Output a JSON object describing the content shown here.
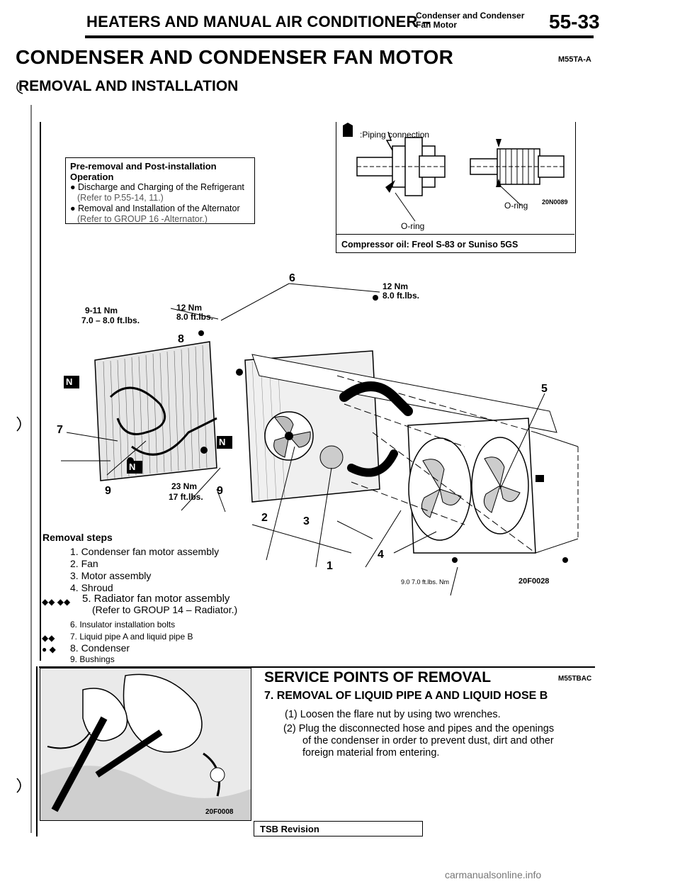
{
  "header": {
    "title": "HEATERS AND MANUAL AIR CONDITIONER –",
    "subtitle_line1": "Condenser and Condenser",
    "subtitle_line2": "Fan Motor",
    "page_number": "55-33"
  },
  "section": {
    "title": "CONDENSER AND CONDENSER FAN MOTOR",
    "code": "M55TA-A",
    "subtitle": "REMOVAL AND INSTALLATION"
  },
  "pre_removal": {
    "title": "Pre-removal and Post-installation Operation",
    "items": [
      {
        "text": "Discharge and Charging of the Refrigerant",
        "ref": "(Refer to P.55-14, 11.)"
      },
      {
        "text": "Removal and Installation of the Alternator",
        "ref": "(Refer to GROUP 16 -Alternator.)"
      }
    ]
  },
  "piping": {
    "label": ":Piping connection",
    "oring_1": "O-ring",
    "oring_2": "O-ring",
    "code": "20N0089",
    "oil_note": "Compressor oil: Freol S-83 or Suniso 5GS"
  },
  "diagram": {
    "torque_1_nm": "9-11 Nm",
    "torque_1_ft": "7.0 – 8.0 ft.lbs.",
    "torque_2_nm": "12 Nm",
    "torque_2_ft": "8.0 ft.lbs.",
    "torque_3_nm": "12 Nm",
    "torque_3_ft": "8.0 ft.lbs.",
    "torque_4_nm": "23 Nm",
    "torque_4_ft": "17 ft.lbs.",
    "torque_5": "9.0 7.0 ft.lbs. Nm",
    "code": "20F0028",
    "callouts": {
      "c1": "1",
      "c2": "2",
      "c3": "3",
      "c4": "4",
      "c5": "5",
      "c6": "6",
      "c7": "7",
      "c8": "8",
      "c9a": "9",
      "c9b": "9"
    },
    "n_mark": "N"
  },
  "removal_steps": {
    "title": "Removal steps",
    "steps": [
      "1. Condenser fan motor assembly",
      "2. Fan",
      "3. Motor assembly",
      "4. Shroud",
      "5. Radiator fan motor assembly",
      "(Refer to GROUP 14 – Radiator.)",
      "6. Insulator installation bolts",
      "7. Liquid pipe A and liquid pipe B",
      "8. Condenser",
      "9. Bushings"
    ],
    "mark_5": "◆◆ ◆◆",
    "mark_7": "◆◆",
    "mark_8": "● ◆"
  },
  "photo": {
    "code": "20F0008"
  },
  "service": {
    "title": "SERVICE POINTS OF REMOVAL",
    "code": "M55TBAC",
    "heading": "7. REMOVAL OF LIQUID PIPE A AND LIQUID HOSE B",
    "p1": "(1) Loosen the flare nut by using two wrenches.",
    "p2_line1": "(2) Plug the disconnected hose and pipes and the openings",
    "p2_line2": "of the condenser in order to prevent dust, dirt and other",
    "p2_line3": "foreign material from entering."
  },
  "tsb": {
    "label": "TSB Revision"
  },
  "footer": {
    "watermark": "carmanualsonline.info"
  }
}
